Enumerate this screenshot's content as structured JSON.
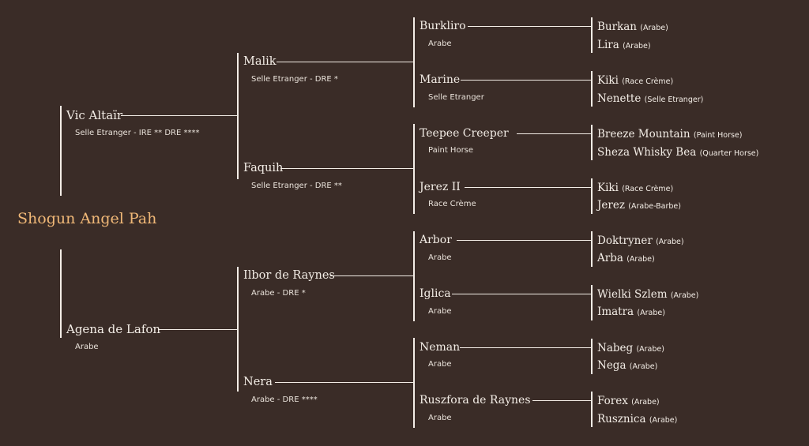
{
  "root": {
    "name": "Shogun Angel Pah"
  },
  "sire": {
    "name": "Vic Altaïr",
    "info": "Selle Etranger - IRE **  DRE ****",
    "sire": {
      "name": "Malik",
      "info": "Selle Etranger - DRE *",
      "sire": {
        "name": "Burkliro",
        "info": "Arabe",
        "parents": [
          {
            "name": "Burkan",
            "breed": "(Arabe)"
          },
          {
            "name": "Lira",
            "breed": "(Arabe)"
          }
        ]
      },
      "dam": {
        "name": "Marine",
        "info": "Selle Etranger",
        "parents": [
          {
            "name": "Kiki",
            "breed": "(Race Crème)"
          },
          {
            "name": "Nenette",
            "breed": "(Selle Etranger)"
          }
        ]
      }
    },
    "dam": {
      "name": "Faquih",
      "info": "Selle Etranger - DRE **",
      "sire": {
        "name": "Teepee Creeper",
        "info": "Paint Horse",
        "parents": [
          {
            "name": "Breeze Mountain",
            "breed": "(Paint Horse)"
          },
          {
            "name": "Sheza Whisky Bea",
            "breed": "(Quarter Horse)"
          }
        ]
      },
      "dam": {
        "name": "Jerez II",
        "info": "Race Crème",
        "parents": [
          {
            "name": "Kiki",
            "breed": "(Race Crème)"
          },
          {
            "name": "Jerez",
            "breed": "(Arabe-Barbe)"
          }
        ]
      }
    }
  },
  "dam": {
    "name": "Agena de Lafon",
    "info": "Arabe",
    "sire": {
      "name": "Ilbor de Raynes",
      "info": "Arabe - DRE *",
      "sire": {
        "name": "Arbor",
        "info": "Arabe",
        "parents": [
          {
            "name": "Doktryner",
            "breed": "(Arabe)"
          },
          {
            "name": "Arba",
            "breed": "(Arabe)"
          }
        ]
      },
      "dam": {
        "name": "Iglica",
        "info": "Arabe",
        "parents": [
          {
            "name": "Wielki Szlem",
            "breed": "(Arabe)"
          },
          {
            "name": "Imatra",
            "breed": "(Arabe)"
          }
        ]
      }
    },
    "dam": {
      "name": "Nera",
      "info": "Arabe - DRE ****",
      "sire": {
        "name": "Neman",
        "info": "Arabe",
        "parents": [
          {
            "name": "Nabeg",
            "breed": "(Arabe)"
          },
          {
            "name": "Nega",
            "breed": "(Arabe)"
          }
        ]
      },
      "dam": {
        "name": "Ruszfora de Raynes",
        "info": "Arabe",
        "parents": [
          {
            "name": "Forex",
            "breed": "(Arabe)"
          },
          {
            "name": "Rusznica",
            "breed": "(Arabe)"
          }
        ]
      }
    }
  },
  "colors": {
    "background": "#3a2c27",
    "text": "#f3ede6",
    "root_name": "#f0b877"
  }
}
